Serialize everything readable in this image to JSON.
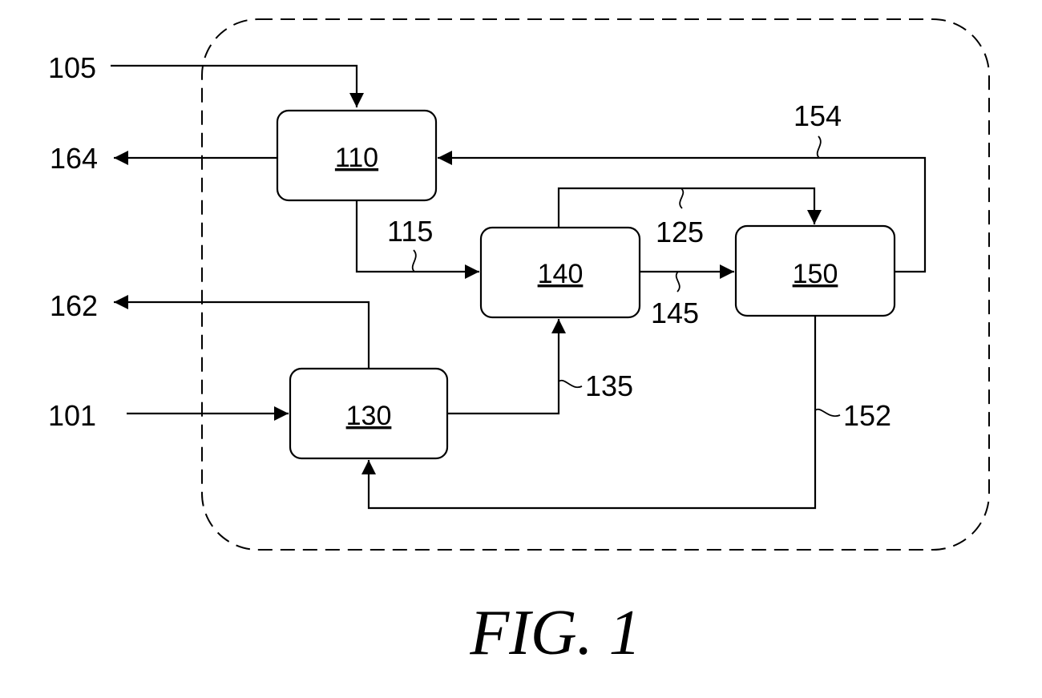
{
  "diagram": {
    "units": {
      "u110": "110",
      "u130": "130",
      "u140": "140",
      "u150": "150"
    },
    "streams": {
      "s101": "101",
      "s105": "105",
      "s115": "115",
      "s125": "125",
      "s135": "135",
      "s145": "145",
      "s152": "152",
      "s154": "154",
      "s162": "162",
      "s164": "164"
    },
    "caption": "FIG. 1"
  }
}
